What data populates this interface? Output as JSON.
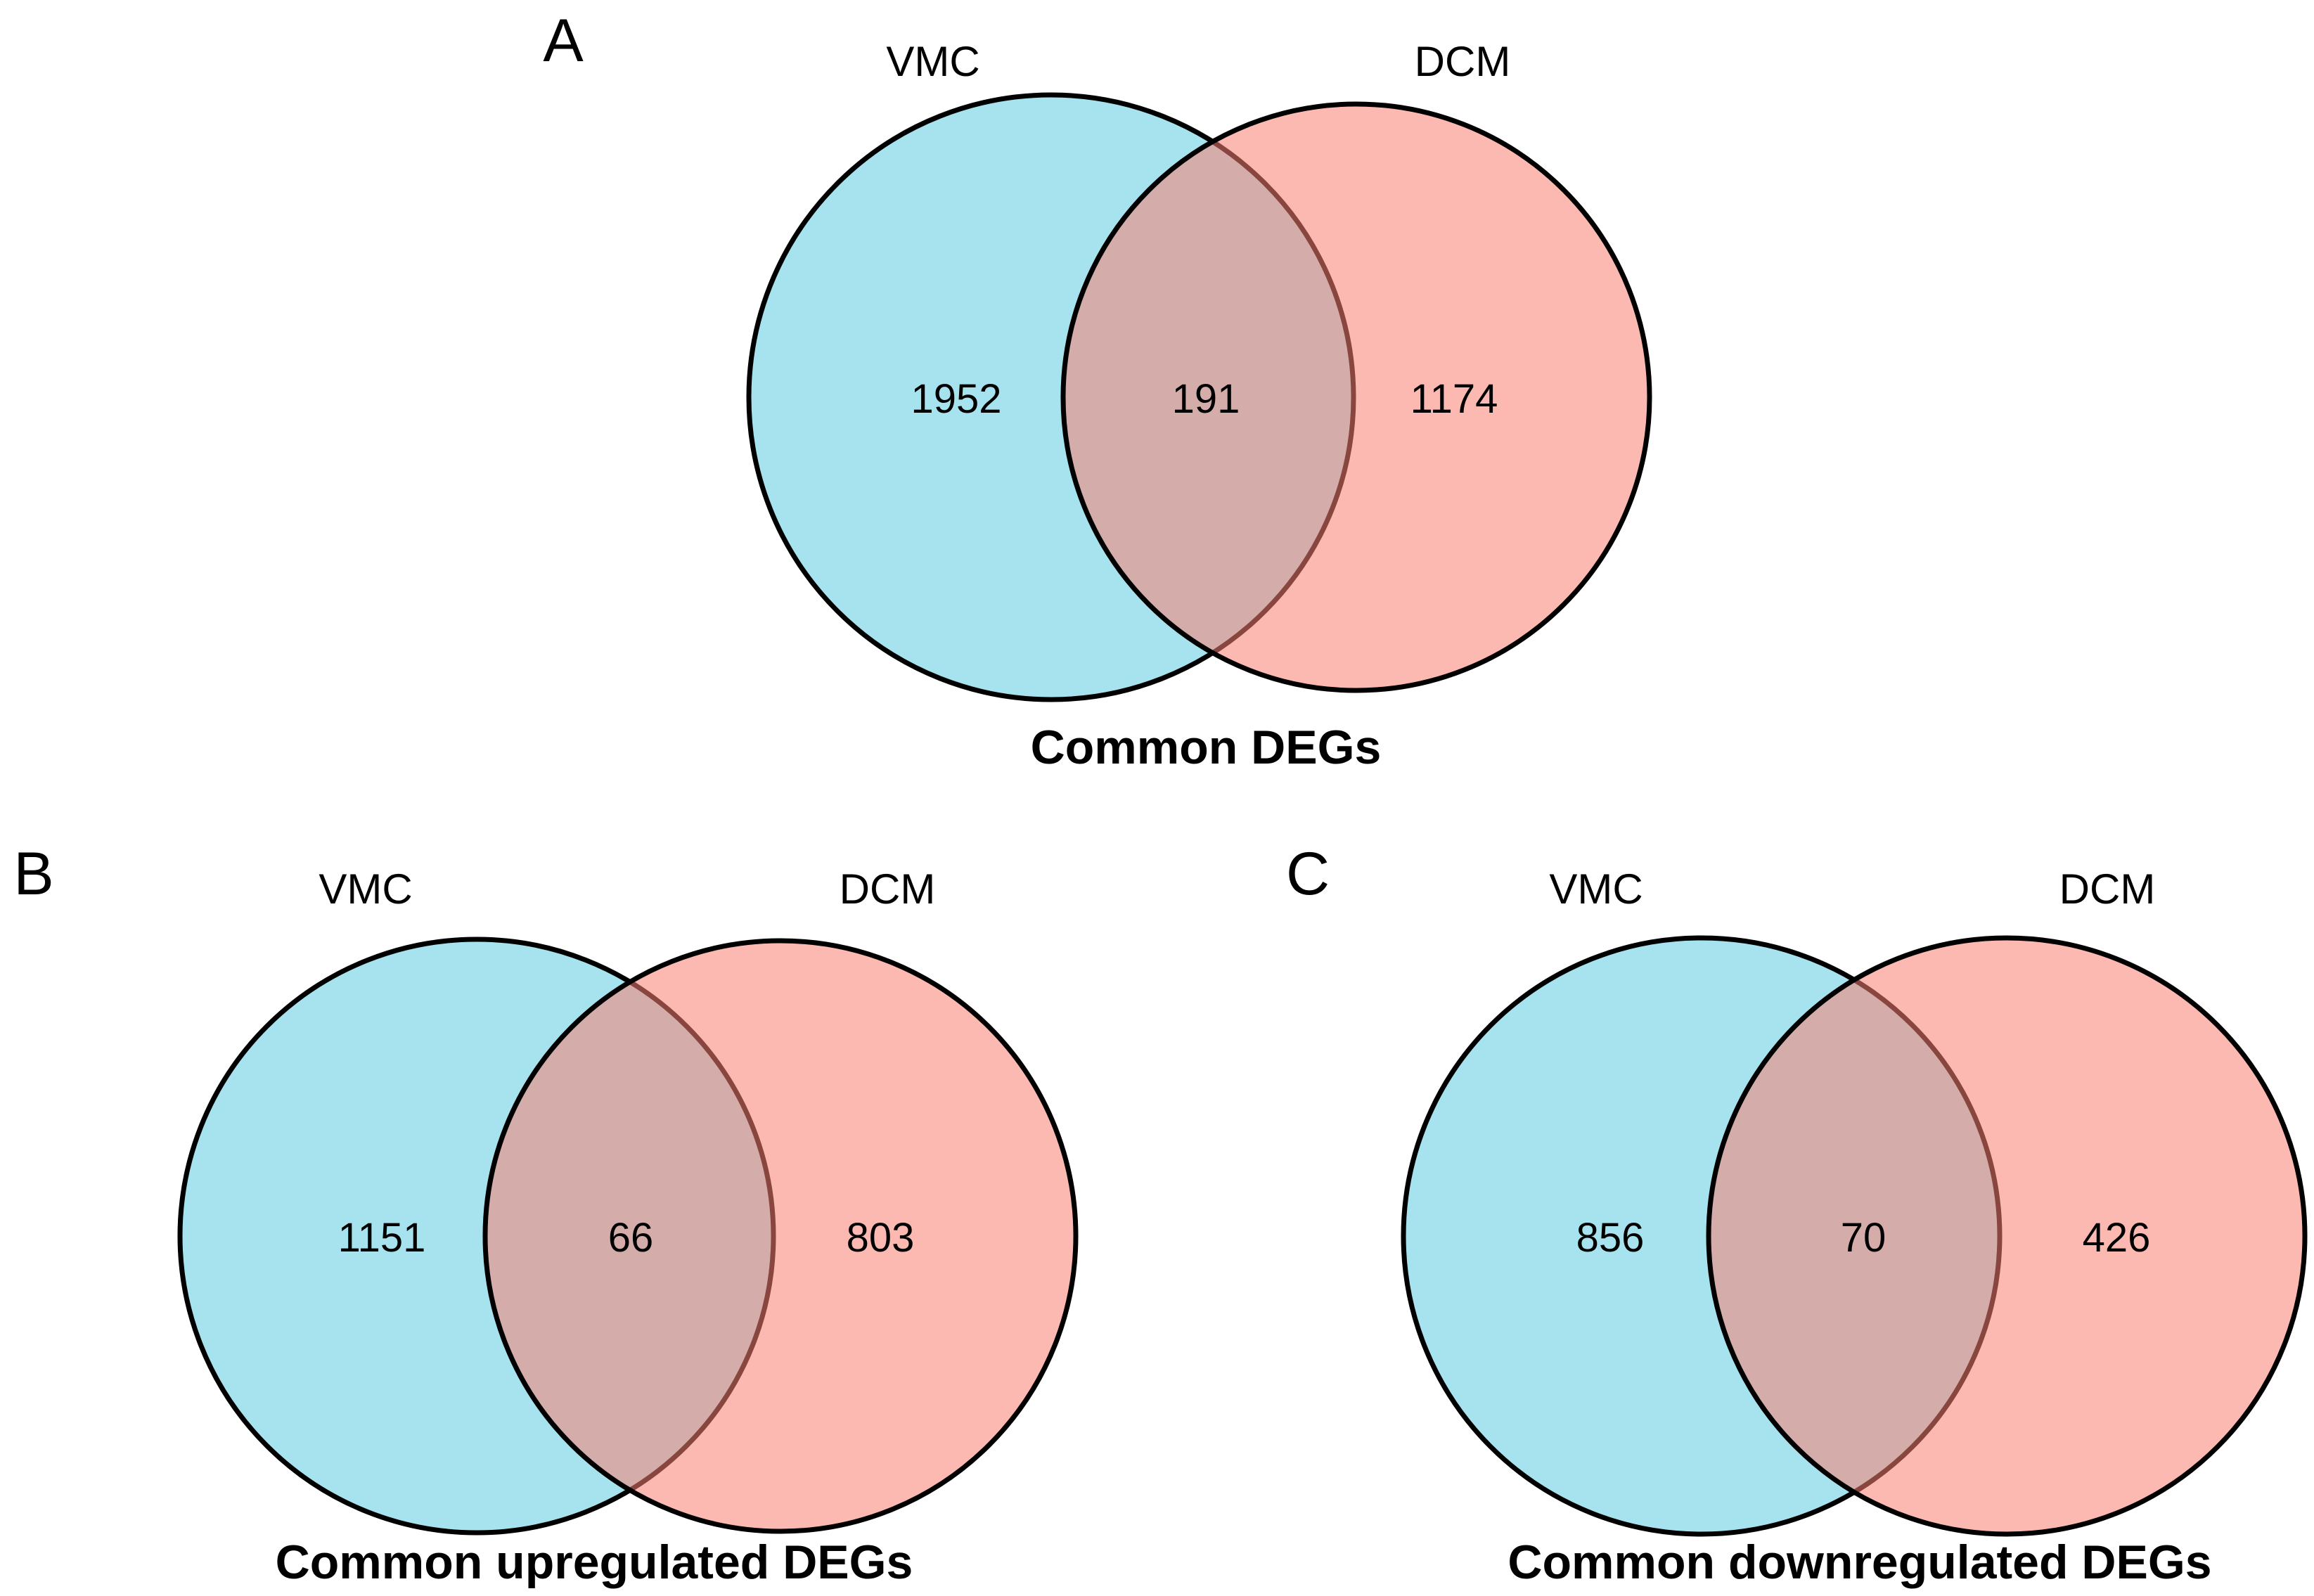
{
  "figure": {
    "panels": [
      {
        "letter": "A",
        "left_label": "VMC",
        "right_label": "DCM",
        "left_count": "1952",
        "overlap_count": "191",
        "right_count": "1174",
        "caption": "Common DEGs"
      },
      {
        "letter": "B",
        "left_label": "VMC",
        "right_label": "DCM",
        "left_count": "1151",
        "overlap_count": "66",
        "right_count": "803",
        "caption": "Common upregulated DEGs"
      },
      {
        "letter": "C",
        "left_label": "VMC",
        "right_label": "DCM",
        "left_count": "856",
        "overlap_count": "70",
        "right_count": "426",
        "caption": "Common downregulated DEGs"
      }
    ]
  },
  "colors": {
    "vmc_fill": "#a6e3ee",
    "dcm_fill": "#fa8072",
    "dcm_fill_opacity": "0.55",
    "outline": "#000000",
    "overlap_visible": "#d4abaa",
    "dcm_region_visible": "#fbb9b1",
    "text": "#000000"
  },
  "chart_data": [
    {
      "type": "venn",
      "title": "Common DEGs",
      "panel": "A",
      "sets": [
        "VMC",
        "DCM"
      ],
      "values": {
        "VMC_only": 1952,
        "intersection": 191,
        "DCM_only": 1174
      },
      "legend_position": "labels-above-circles"
    },
    {
      "type": "venn",
      "title": "Common upregulated DEGs",
      "panel": "B",
      "sets": [
        "VMC",
        "DCM"
      ],
      "values": {
        "VMC_only": 1151,
        "intersection": 66,
        "DCM_only": 803
      },
      "legend_position": "labels-above-circles"
    },
    {
      "type": "venn",
      "title": "Common downregulated DEGs",
      "panel": "C",
      "sets": [
        "VMC",
        "DCM"
      ],
      "values": {
        "VMC_only": 856,
        "intersection": 70,
        "DCM_only": 426
      },
      "legend_position": "labels-above-circles"
    }
  ]
}
